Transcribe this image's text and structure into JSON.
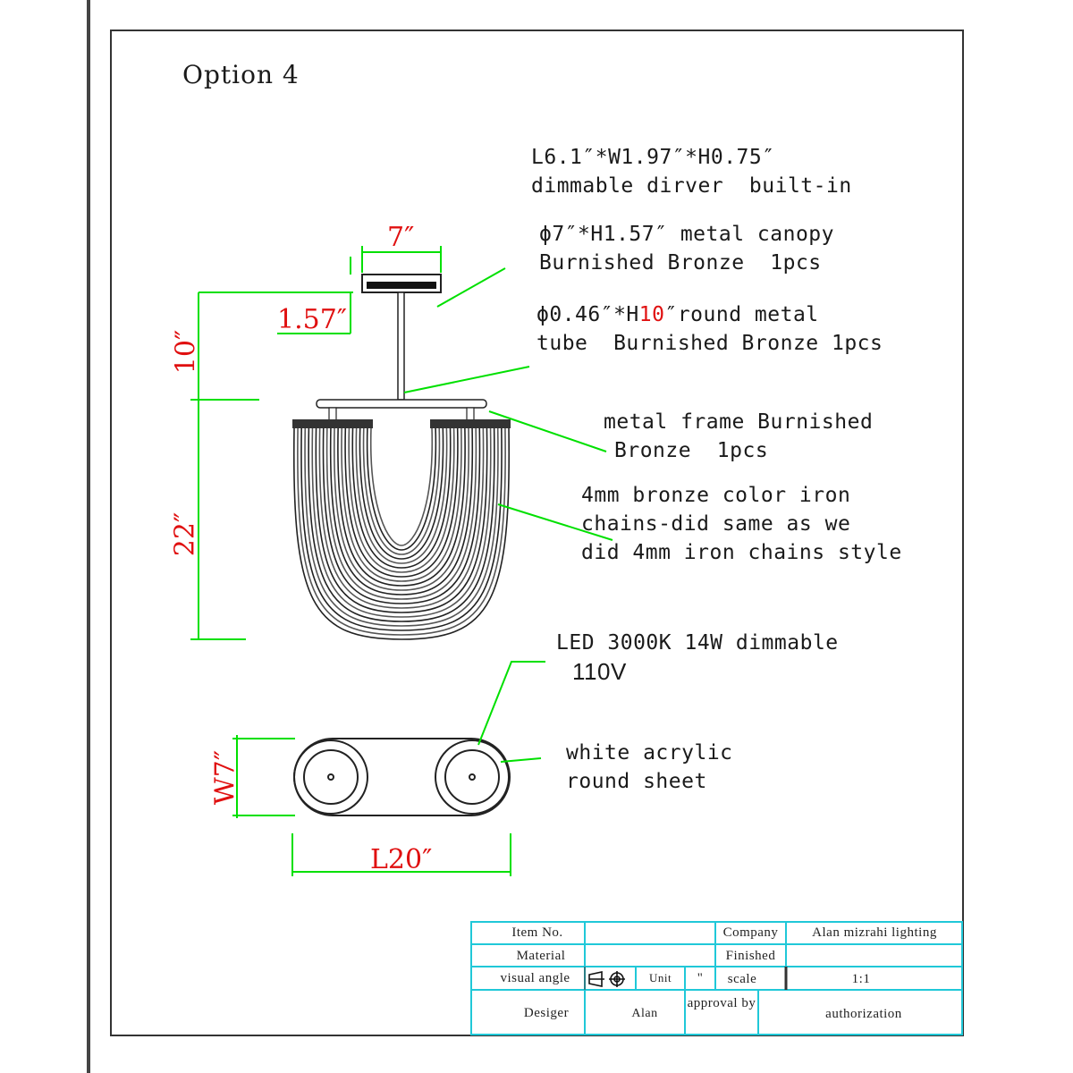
{
  "title": "Option 4",
  "annotations": {
    "driver": [
      "L6.1″*W1.97″*H0.75″",
      "dimmable dirver  built-in"
    ],
    "canopy": [
      "ϕ7″*H1.57″ metal canopy",
      "Burnished Bronze  1pcs"
    ],
    "tube_a": "ϕ0.46″*H",
    "tube_b": "10",
    "tube_c": "″round metal",
    "tube_2": "tube  Burnished Bronze 1pcs",
    "frame": [
      "metal frame Burnished",
      "Bronze  1pcs"
    ],
    "chains": [
      "4mm bronze color iron",
      "chains-did same as we",
      "did 4mm iron chains style"
    ],
    "led": [
      "LED 3000K 14W dimmable",
      "110V"
    ],
    "acrylic": [
      "white acrylic",
      "round sheet"
    ]
  },
  "dimensions": {
    "canopy_width": "7″",
    "canopy_height": "1.57″",
    "tube_length": "10″",
    "body_height": "22″",
    "plan_width": "W7″",
    "plan_length": "L20″"
  },
  "title_block": {
    "item_no_label": "Item No.",
    "company_label": "Company",
    "company_value": "Alan mizrahi lighting",
    "material_label": "Material",
    "finished_label": "Finished",
    "visual_angle_label": "visual angle",
    "unit_label": "Unit",
    "unit_value": "\"",
    "scale_label": "scale",
    "scale_value": "1:1",
    "designer_label": "Desiger",
    "designer_value": "Alan",
    "approval_label": "approval by",
    "authorization_label": "authorization"
  },
  "colors": {
    "dimension_line": "#00e000",
    "dimension_text": "#e01010",
    "title_block_line": "#20c8d8"
  }
}
